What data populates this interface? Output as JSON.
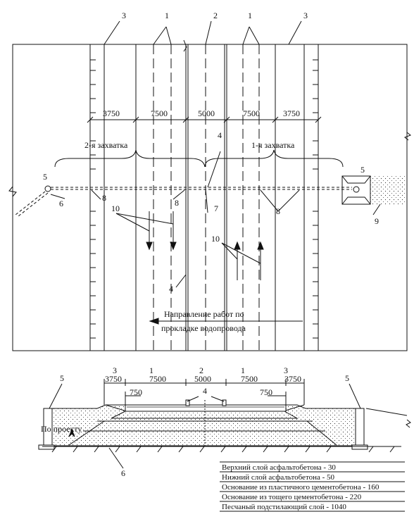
{
  "plan": {
    "top_callouts": [
      "3",
      "1",
      "2",
      "1",
      "3"
    ],
    "dims": [
      "3750",
      "7500",
      "5000",
      "7500",
      "3750"
    ],
    "zahvatka_2": "2-я захватка",
    "zahvatka_1": "1-я захватка",
    "callouts": {
      "c4a": "4",
      "c4b": "4",
      "c5a": "5",
      "c5b": "5",
      "c6": "6",
      "c7": "7",
      "c8a": "8",
      "c8b": "8",
      "c8c": "8",
      "c9": "9",
      "c10a": "10",
      "c10b": "10"
    },
    "direction_line1": "Направление работ по",
    "direction_line2": "прокладке водопровода"
  },
  "section": {
    "top_callouts": [
      "3",
      "1",
      "2",
      "1",
      "3"
    ],
    "dims": [
      "3750",
      "7500",
      "5000",
      "7500",
      "3750"
    ],
    "sub_dims": [
      "750",
      "750"
    ],
    "callout_4": "4",
    "callout_5a": "5",
    "callout_5b": "5",
    "callout_6": "6",
    "po_proektu": "По проекту"
  },
  "legend": [
    "Верхний слой асфальтобетона - 30",
    "Нижний слой асфальтобетона - 50",
    "Основание из пластичного цементобетона - 160",
    "Основание из тощего цементобетона - 220",
    "Песчаный подстилающий слой - 1040"
  ]
}
